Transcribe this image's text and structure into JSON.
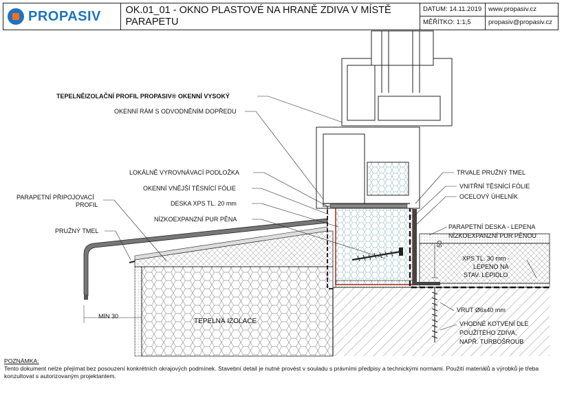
{
  "header": {
    "logo_text": "PROPASIV",
    "title": "OK.01_01 - OKNO PLASTOVÉ NA HRANĚ ZDIVA V MÍSTĚ PARAPETU",
    "datum": "DATUM: 14.11.2019",
    "web": "www.propasiv.cz",
    "meritko": "MĚŘÍTKO: 1:1,5",
    "email": "propasiv@propasiv.cz"
  },
  "labels": {
    "l1": "TEPELNĚIZOLAČNÍ PROFIL PROPASIV® OKENNÍ VYSOKÝ",
    "l2": "OKENNÍ RÁM S ODVODNĚNÍM DOPŘEDU",
    "l3": "LOKÁLNĚ VYROVNÁVACÍ PODLOŽKA",
    "l4": "OKENNÍ VNĚJŠÍ TĚSNÍCÍ FÓLIE",
    "l5": "DESKA XPS  TL. 20 mm",
    "l6": "NÍZKOEXPANZNÍ PUR PĚNA",
    "l7a": "PARAPETNÍ PŘIPOJOVACÍ",
    "l7b": "PROFIL",
    "l8": "PRUŽNÝ TMEL",
    "r1": "TRVALE PRUŽNÝ TMEL",
    "r2": "VNITŘNÍ TĚSNÍCÍ FÓLIE",
    "r3": "OCELOVÝ ÚHELNÍK",
    "r4a": "PARAPETNÍ DESKA - LEPENA",
    "r4b": "NÍZKOEXPANZNÍ PUR PĚNOU",
    "r5a": "XPS TL. 30 mm -",
    "r5b": "LEPENO NA",
    "r5c": "STAV. LEPIDLO",
    "r6": "VRUT Ø6x40 mm",
    "r7a": "VHODNÉ KOTVENÍ DLE",
    "r7b": "POUŽITÉHO ZDIVA,",
    "r7c": "NAPŘ. TURBOŠROUB",
    "dim50": "50",
    "min30": "MIN 30",
    "tep_izolace": "TEPELNÁ IZOLACE"
  },
  "note": {
    "heading": "POZNÁMKA:",
    "text": "Tento dokument nelze přejímat bez posouzení konkrétních okrajových podmínek. Stavební detail je nutné provést  v souladu s právními předpisy a technickými normami. Použití  materiálů a výrobků je třeba konzultovat s autorizovaným projektantem."
  },
  "colors": {
    "accent_blue": "#1e73be",
    "accent_orange": "#f36f21",
    "profile_outline": "#e0401c"
  }
}
